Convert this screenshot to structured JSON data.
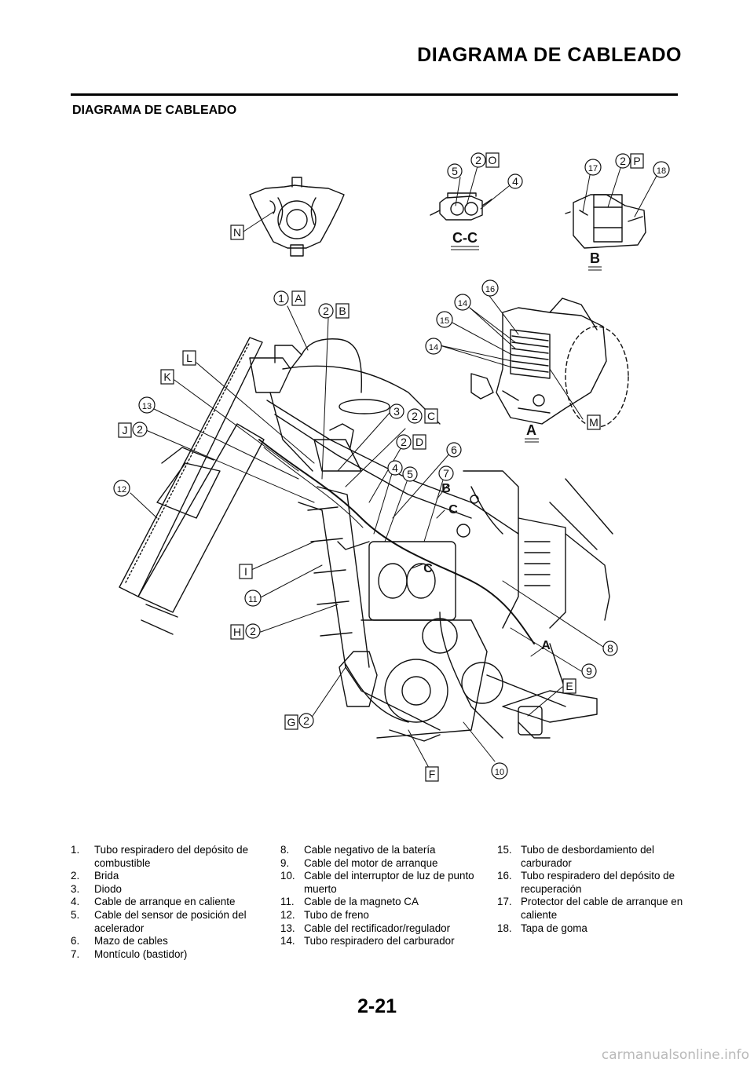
{
  "header": {
    "title": "DIAGRAMA DE CABLEADO"
  },
  "section": {
    "title": "DIAGRAMA DE CABLEADO"
  },
  "diagram": {
    "section_views": {
      "cc": "C-C",
      "b": "B",
      "a": "A"
    },
    "callouts": [
      {
        "id": "n",
        "text": "N",
        "style": "box"
      },
      {
        "id": "c5",
        "text": "5",
        "style": "circle"
      },
      {
        "id": "c2o",
        "text": "2",
        "style": "circle"
      },
      {
        "id": "o",
        "text": "O",
        "style": "box"
      },
      {
        "id": "c4",
        "text": "4",
        "style": "circle"
      },
      {
        "id": "c17",
        "text": "17",
        "style": "circle"
      },
      {
        "id": "c2p",
        "text": "2",
        "style": "circle"
      },
      {
        "id": "p",
        "text": "P",
        "style": "box"
      },
      {
        "id": "c18",
        "text": "18",
        "style": "circle"
      },
      {
        "id": "c16",
        "text": "16",
        "style": "circle"
      },
      {
        "id": "c14a",
        "text": "14",
        "style": "circle"
      },
      {
        "id": "c15",
        "text": "15",
        "style": "circle"
      },
      {
        "id": "c14b",
        "text": "14",
        "style": "circle"
      },
      {
        "id": "m",
        "text": "M",
        "style": "box"
      },
      {
        "id": "c1",
        "text": "1",
        "style": "circle"
      },
      {
        "id": "a_box",
        "text": "A",
        "style": "box"
      },
      {
        "id": "c2b",
        "text": "2",
        "style": "circle"
      },
      {
        "id": "b_box",
        "text": "B",
        "style": "box"
      },
      {
        "id": "l",
        "text": "L",
        "style": "box"
      },
      {
        "id": "k",
        "text": "K",
        "style": "box"
      },
      {
        "id": "c13",
        "text": "13",
        "style": "circle"
      },
      {
        "id": "j",
        "text": "J",
        "style": "box"
      },
      {
        "id": "c2j",
        "text": "2",
        "style": "circle"
      },
      {
        "id": "c3",
        "text": "3",
        "style": "circle"
      },
      {
        "id": "c2c",
        "text": "2",
        "style": "circle"
      },
      {
        "id": "c_box",
        "text": "C",
        "style": "box"
      },
      {
        "id": "c2d",
        "text": "2",
        "style": "circle"
      },
      {
        "id": "d_box",
        "text": "D",
        "style": "box"
      },
      {
        "id": "c6",
        "text": "6",
        "style": "circle"
      },
      {
        "id": "c4b",
        "text": "4",
        "style": "circle"
      },
      {
        "id": "c5b",
        "text": "5",
        "style": "circle"
      },
      {
        "id": "c7",
        "text": "7",
        "style": "circle"
      },
      {
        "id": "c12",
        "text": "12",
        "style": "circle"
      },
      {
        "id": "i",
        "text": "I",
        "style": "box"
      },
      {
        "id": "c11",
        "text": "11",
        "style": "circle"
      },
      {
        "id": "h",
        "text": "H",
        "style": "box"
      },
      {
        "id": "c2h",
        "text": "2",
        "style": "circle"
      },
      {
        "id": "c8",
        "text": "8",
        "style": "circle"
      },
      {
        "id": "c9",
        "text": "9",
        "style": "circle"
      },
      {
        "id": "e",
        "text": "E",
        "style": "box"
      },
      {
        "id": "g",
        "text": "G",
        "style": "box"
      },
      {
        "id": "c2g",
        "text": "2",
        "style": "circle"
      },
      {
        "id": "f",
        "text": "F",
        "style": "box"
      },
      {
        "id": "c10",
        "text": "10",
        "style": "circle"
      },
      {
        "id": "lb",
        "text": "B",
        "style": "plain"
      },
      {
        "id": "lc1",
        "text": "C",
        "style": "plain"
      },
      {
        "id": "lc2",
        "text": "C",
        "style": "plain"
      },
      {
        "id": "la",
        "text": "A",
        "style": "plain"
      }
    ]
  },
  "legend": {
    "columns": [
      [
        {
          "num": "1.",
          "text": "Tubo respiradero del depósito de combustible"
        },
        {
          "num": "2.",
          "text": "Brida"
        },
        {
          "num": "3.",
          "text": "Diodo"
        },
        {
          "num": "4.",
          "text": "Cable de arranque en caliente"
        },
        {
          "num": "5.",
          "text": "Cable del sensor de posición del acelerador"
        },
        {
          "num": "6.",
          "text": "Mazo de cables"
        },
        {
          "num": "7.",
          "text": "Montículo (bastidor)"
        }
      ],
      [
        {
          "num": "8.",
          "text": "Cable negativo de la batería"
        },
        {
          "num": "9.",
          "text": "Cable del motor de arranque"
        },
        {
          "num": "10.",
          "text": "Cable del interruptor de luz de punto muerto"
        },
        {
          "num": "11.",
          "text": "Cable de la magneto CA"
        },
        {
          "num": "12.",
          "text": "Tubo de freno"
        },
        {
          "num": "13.",
          "text": "Cable del rectificador/regulador"
        },
        {
          "num": "14.",
          "text": "Tubo respiradero del carburador"
        }
      ],
      [
        {
          "num": "15.",
          "text": "Tubo de desbordamiento del carburador"
        },
        {
          "num": "16.",
          "text": "Tubo respiradero del depósito de recuperación"
        },
        {
          "num": "17.",
          "text": "Protector del cable de arranque en caliente"
        },
        {
          "num": "18.",
          "text": "Tapa de goma"
        }
      ]
    ]
  },
  "footer": {
    "page_number": "2-21",
    "watermark": "carmanualsonline.info"
  }
}
